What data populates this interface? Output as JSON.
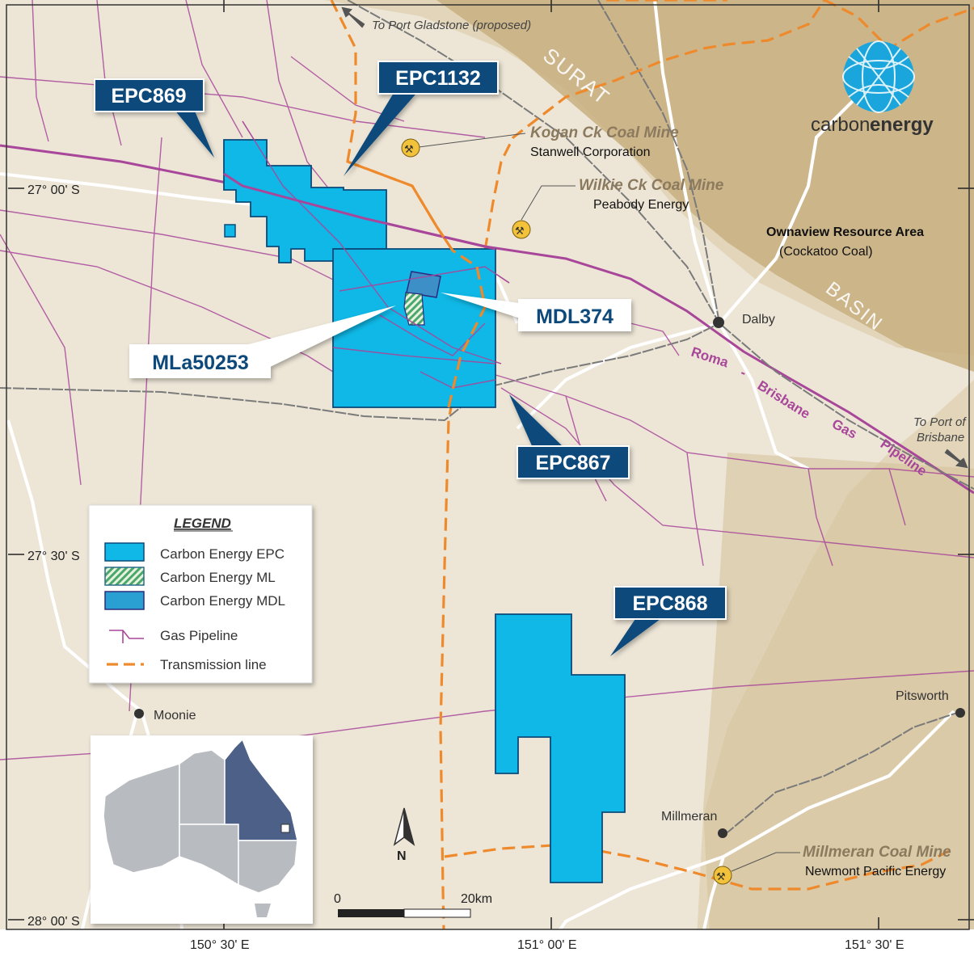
{
  "colors": {
    "background": "#ede6d7",
    "basin": "#d2bd93",
    "epc": "#0fb8e6",
    "epc_outline": "#0b4a7a",
    "mdl": "#3d8fc7",
    "ml_hatch": "#4aa86a",
    "gas_pipeline": "#a8479a",
    "transmission": "#ee8a2c",
    "rail": "#7a7a7a",
    "road": "#ffffff",
    "callout": "#0b4a7a",
    "callout_light": "#ffffff",
    "mine_text": "#8b7a5e",
    "brand": "#1aa6dc"
  },
  "brand": {
    "prefix": "carbon",
    "suffix": "energy",
    "icon": "globe-logo-icon"
  },
  "tenements": {
    "epc869": "EPC869",
    "epc1132": "EPC1132",
    "epc867": "EPC867",
    "epc868": "EPC868",
    "mdl374": "MDL374",
    "mla50253": "MLa50253"
  },
  "regions": {
    "surat": "SURAT",
    "basin": "BASIN",
    "ownaview_title": "Ownaview Resource Area",
    "ownaview_sub": "(Cockatoo Coal)"
  },
  "mines": [
    {
      "name": "Kogan Ck Coal Mine",
      "operator": "Stanwell Corporation"
    },
    {
      "name": "Wilkie Ck Coal Mine",
      "operator": "Peabody Energy"
    },
    {
      "name": "Millmeran Coal Mine",
      "operator": "Newmont Pacific Energy"
    }
  ],
  "towns": {
    "dalby": "Dalby",
    "moonie": "Moonie",
    "pitsworth": "Pitsworth",
    "millmeran": "Millmeran"
  },
  "directions": {
    "gladstone": "To Port Gladstone (proposed)",
    "brisbane_line1": "To Port of",
    "brisbane_line2": "Brisbane"
  },
  "pipeline_label": [
    "Roma",
    "-",
    "Brisbane",
    "Gas",
    "Pipeline"
  ],
  "latitudes": [
    "27° 00' S",
    "27° 30' S",
    "28° 00' S"
  ],
  "longitudes": [
    "150° 30' E",
    "151° 00' E",
    "151° 30' E"
  ],
  "legend": {
    "title": "LEGEND",
    "items": [
      {
        "label": "Carbon Energy EPC",
        "kind": "epc"
      },
      {
        "label": "Carbon Energy ML",
        "kind": "ml"
      },
      {
        "label": "Carbon Energy MDL",
        "kind": "mdl"
      },
      {
        "label": "Gas Pipeline",
        "kind": "gas"
      },
      {
        "label": "Transmission line",
        "kind": "transmission"
      }
    ]
  },
  "scale": {
    "start": "0",
    "end": "20km"
  },
  "north": "N"
}
